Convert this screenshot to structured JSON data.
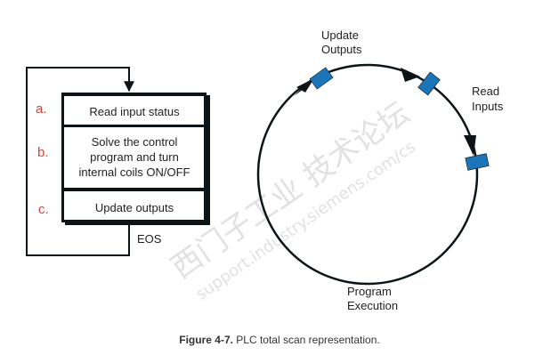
{
  "left_diagram": {
    "steps": [
      {
        "marker": "a.",
        "text": [
          "Read input status"
        ]
      },
      {
        "marker": "b.",
        "text": [
          "Solve the control",
          "program and turn",
          "internal coils ON/OFF"
        ]
      },
      {
        "marker": "c.",
        "text": [
          "Update outputs"
        ]
      }
    ],
    "end_label": "EOS"
  },
  "right_diagram": {
    "labels": {
      "update_outputs": [
        "Update",
        "Outputs"
      ],
      "read_inputs": [
        "Read",
        "Inputs"
      ],
      "program_execution": [
        "Program",
        "Execution"
      ]
    }
  },
  "caption": {
    "number": "Figure 4-7.",
    "text": " PLC total scan representation."
  },
  "watermark": {
    "line1": "西门子工业  技术论坛",
    "line2": "support.industry.siemens.com/cs"
  },
  "colors": {
    "marker_red": "#d0453e",
    "block_blue": "#1b75b8",
    "line": "#0d1418"
  }
}
